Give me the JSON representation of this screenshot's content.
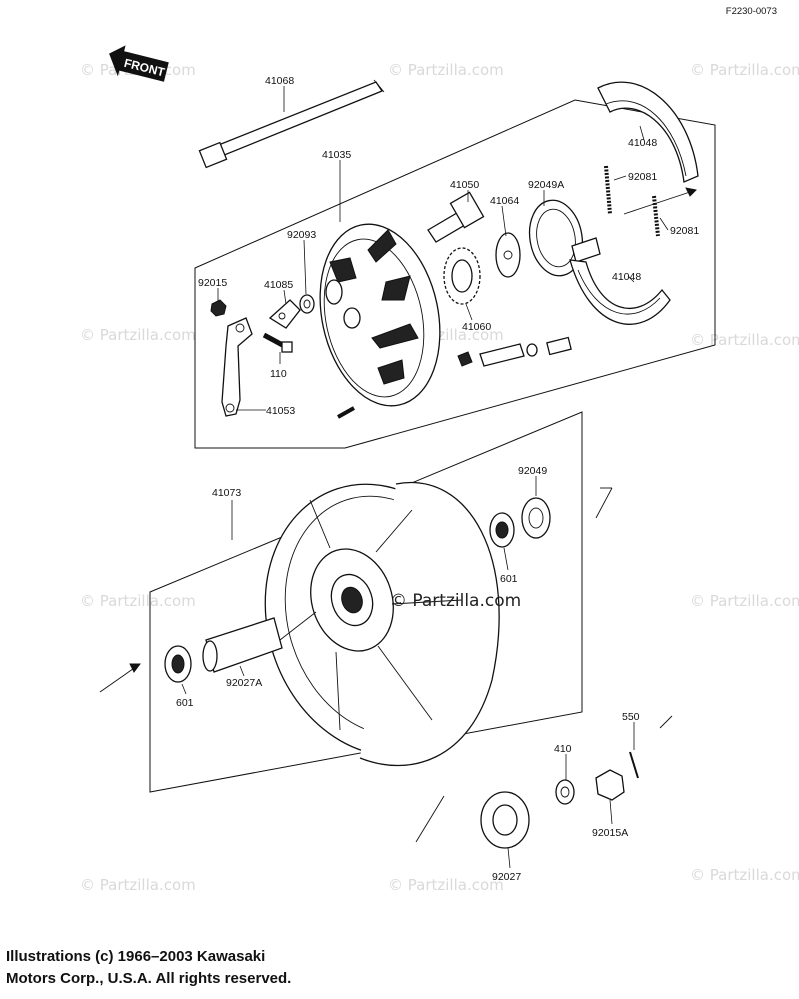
{
  "diagram": {
    "figure_ref": "F2230-0073",
    "front_label": "FRONT",
    "watermark": "© Partzilla.com",
    "center_watermark": "© Partzilla.com",
    "copyright_line1": "Illustrations (c) 1966–2003 Kawasaki",
    "copyright_line2": "Motors Corp., U.S.A.  All rights reserved.",
    "parts": {
      "p41068": "41068",
      "p41035": "41035",
      "p41050": "41050",
      "p92049A": "92049A",
      "p41064": "41064",
      "p41048_top": "41048",
      "p92081_a": "92081",
      "p92081_b": "92081",
      "p92093": "92093",
      "p92015": "92015",
      "p41085": "41085",
      "p41048_bottom": "41048",
      "p41060": "41060",
      "p110": "110",
      "p41053": "41053",
      "p92049": "92049",
      "p41073": "41073",
      "p601_right": "601",
      "p601_left": "601",
      "p92027A": "92027A",
      "p550": "550",
      "p410": "410",
      "p92015A": "92015A",
      "p92027": "92027"
    }
  }
}
